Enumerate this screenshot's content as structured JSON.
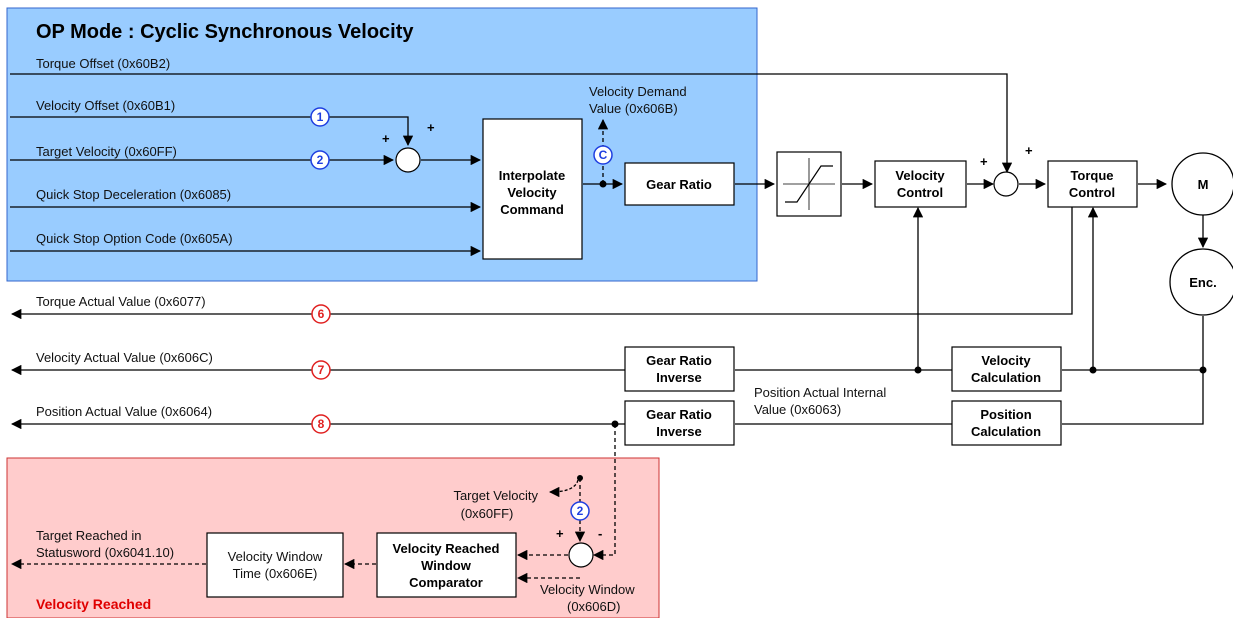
{
  "title": "OP Mode : Cyclic Synchronous Velocity",
  "inputs": {
    "torque_offset": "Torque Offset (0x60B2)",
    "velocity_offset": "Velocity Offset (0x60B1)",
    "target_velocity": "Target Velocity (0x60FF)",
    "quick_stop_decel": "Quick Stop Deceleration (0x6085)",
    "quick_stop_option": "Quick Stop Option Code (0x605A)"
  },
  "demand_label": {
    "line1": "Velocity Demand",
    "line2": "Value (0x606B)"
  },
  "blocks": {
    "interpolate": [
      "Interpolate",
      "Velocity",
      "Command"
    ],
    "gear_ratio": "Gear Ratio",
    "velocity_control": [
      "Velocity",
      "Control"
    ],
    "torque_control": [
      "Torque",
      "Control"
    ],
    "motor": "M",
    "encoder": "Enc.",
    "gear_ratio_inverse": [
      "Gear Ratio",
      "Inverse"
    ],
    "velocity_calc": [
      "Velocity",
      "Calculation"
    ],
    "position_calc": [
      "Position",
      "Calculation"
    ],
    "vel_reached_comparator": [
      "Velocity Reached",
      "Window",
      "Comparator"
    ],
    "vel_window_time": [
      "Velocity Window",
      "Time (0x606E)"
    ]
  },
  "outputs": {
    "torque_actual": "Torque Actual Value (0x6077)",
    "velocity_actual": "Velocity Actual Value (0x606C)",
    "position_actual": "Position Actual Value (0x6064)"
  },
  "position_internal": {
    "line1": "Position Actual Internal",
    "line2": "Value (0x6063)"
  },
  "reached": {
    "target_velocity": [
      "Target Velocity",
      "(0x60FF)"
    ],
    "velocity_window": [
      "Velocity Window",
      "(0x606D)"
    ],
    "target_reached": [
      "Target Reached in",
      "Statusword (0x6041.10)"
    ],
    "section_title": "Velocity Reached"
  },
  "markers": {
    "m1": "1",
    "m2": "2",
    "mc": "C",
    "m6": "6",
    "m7": "7",
    "m8": "8",
    "m2b": "2"
  },
  "signs": {
    "plus": "+",
    "minus": "-"
  },
  "colors": {
    "blue_panel": "#99ccff",
    "red_panel": "#ffcccc",
    "blue_marker": "#1f3fe0",
    "red_marker": "#e02020"
  }
}
